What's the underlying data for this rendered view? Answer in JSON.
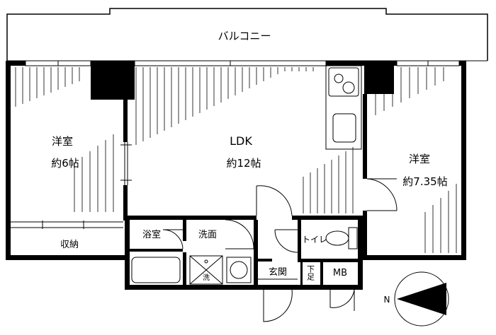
{
  "floorplan": {
    "balcony": "バルコニー",
    "rooms": {
      "western_left": {
        "name": "洋室",
        "size": "約6帖"
      },
      "ldk": {
        "name": "LDK",
        "size": "約12帖"
      },
      "western_right": {
        "name": "洋室",
        "size": "約7.35帖"
      },
      "closet": "収納",
      "bath": "浴室",
      "washroom": "洗面",
      "toilet": "トイレ",
      "entrance": "玄関",
      "shoe_box": "下足",
      "meter_box": "MB",
      "washer": "洗"
    },
    "compass": {
      "north": "N"
    }
  }
}
